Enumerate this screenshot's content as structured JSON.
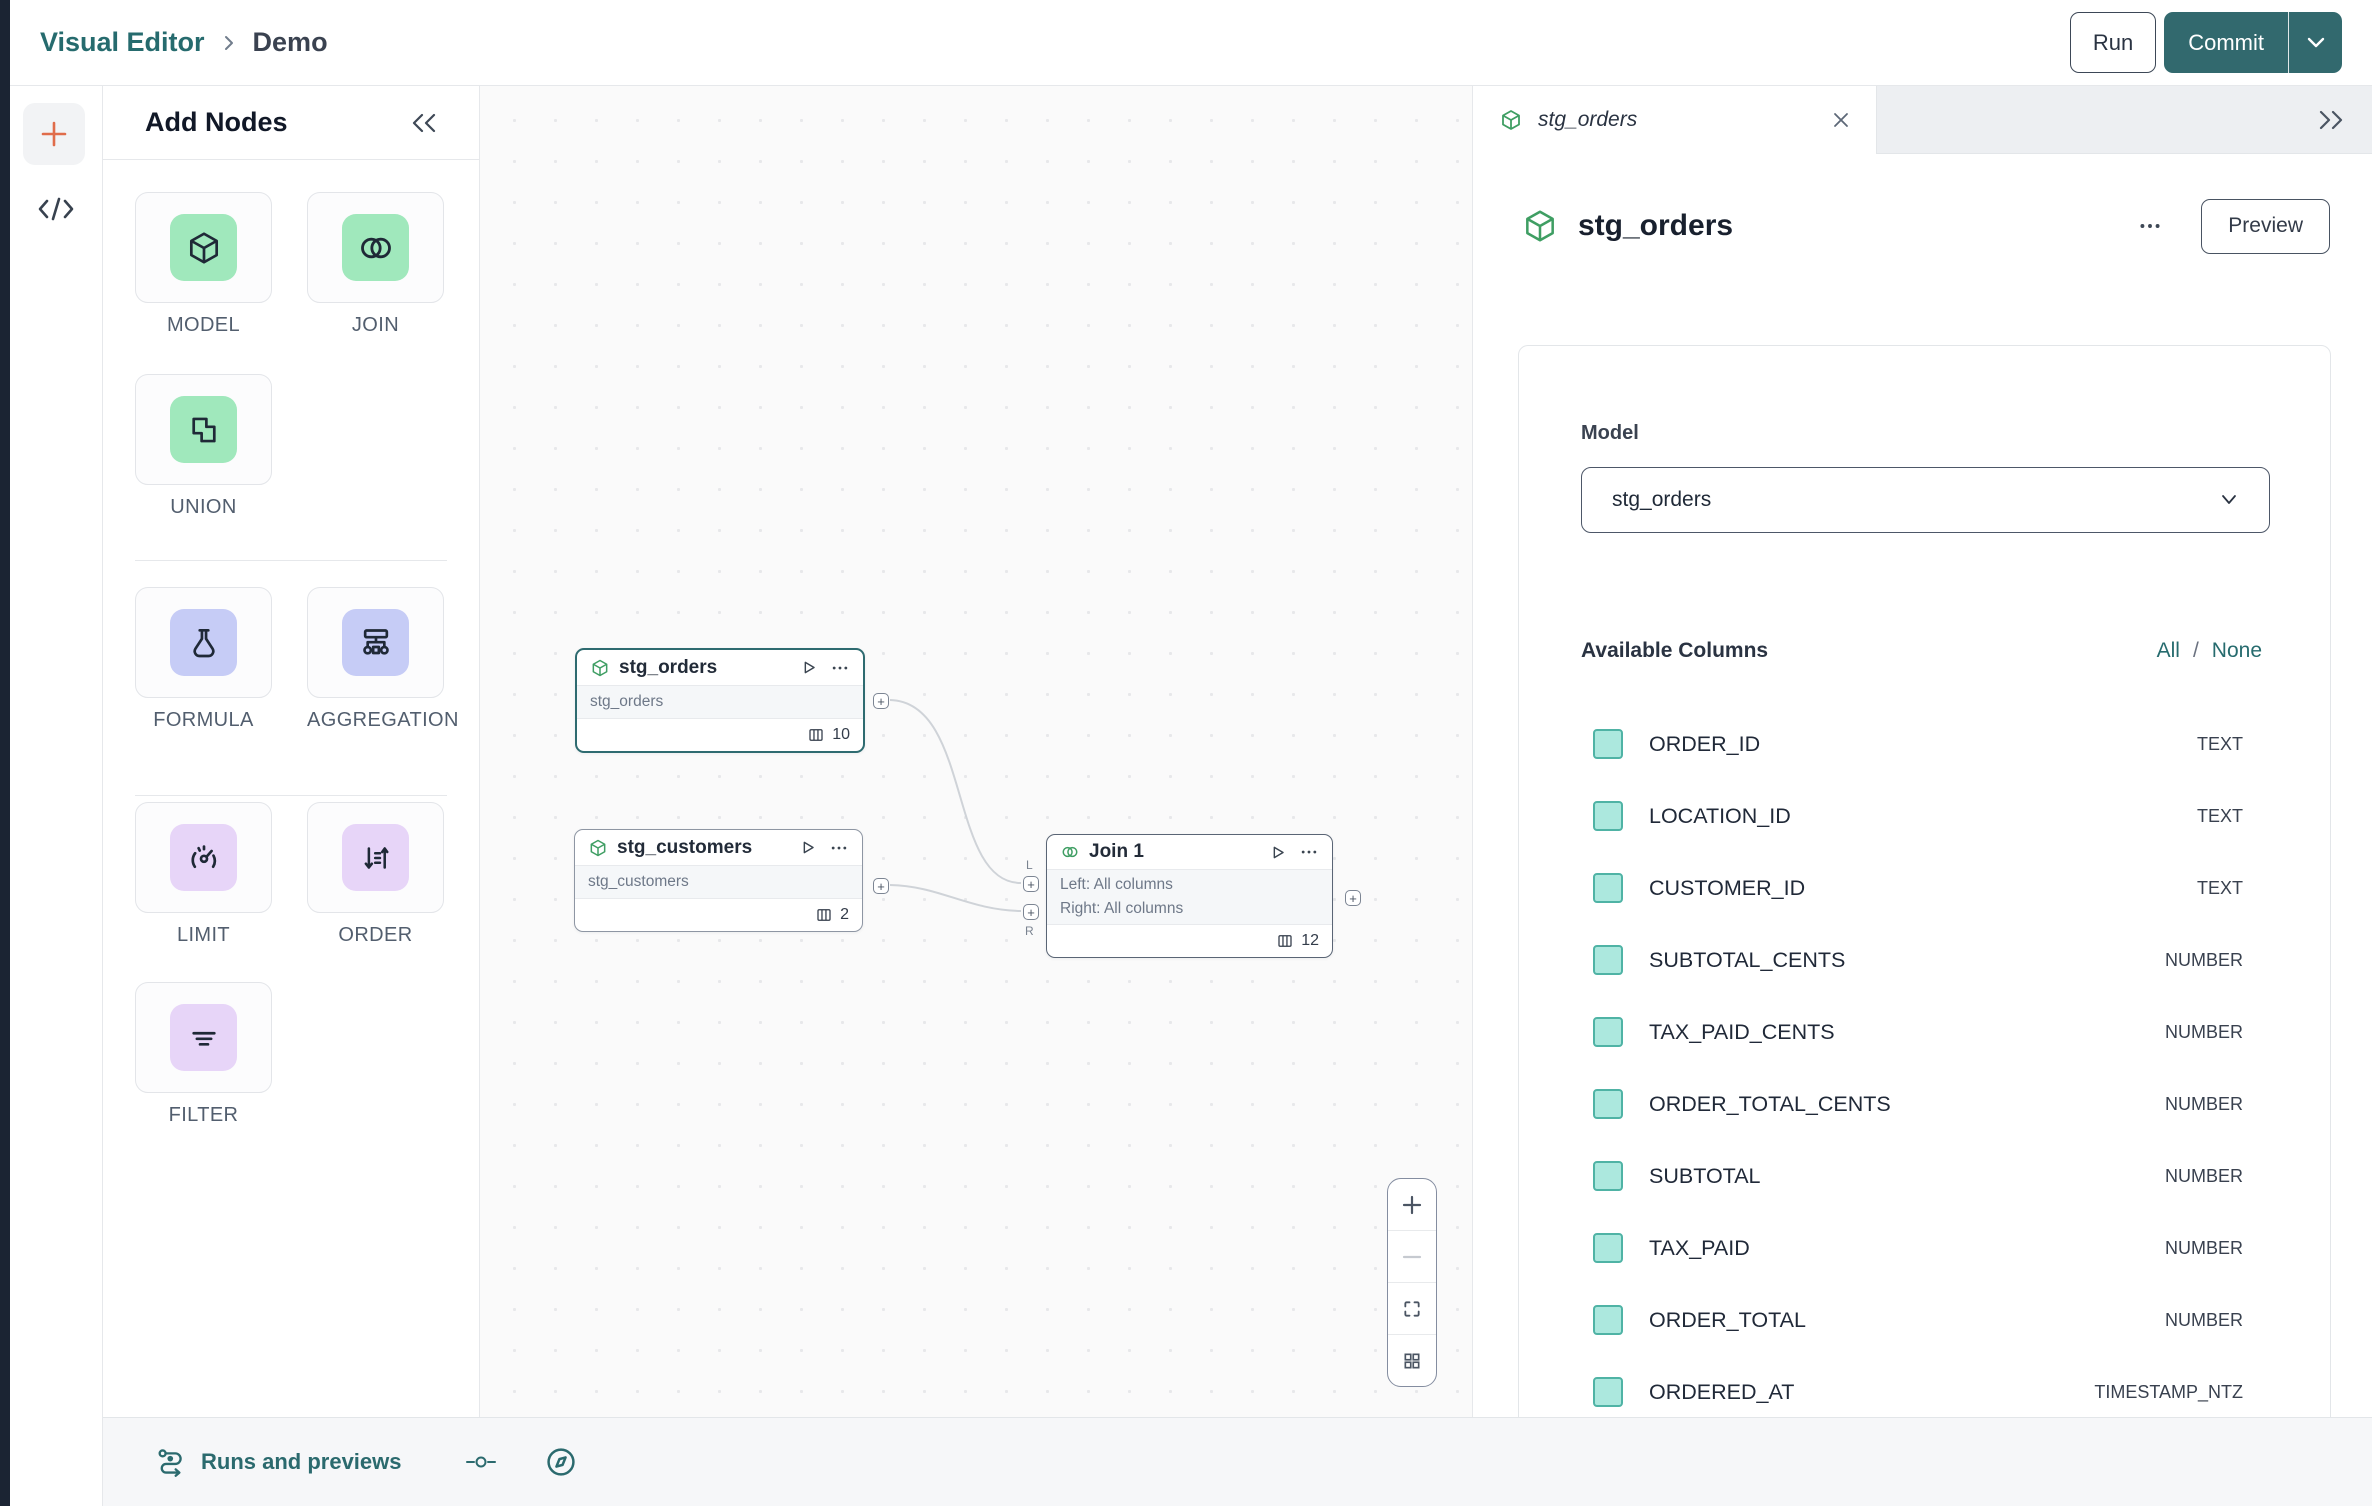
{
  "colors": {
    "accent_teal": "#32696e",
    "brand_text_teal": "#266b6e",
    "mint": "#a0e8bc",
    "lavender": "#c6ccf6",
    "purple": "#e7d5f8",
    "checkbox_fill": "#ace8de",
    "checkbox_border": "#4fb3a5",
    "node_icon_green": "#3f9e63",
    "plus_orange": "#e06c4a"
  },
  "topbar": {
    "breadcrumb_root": "Visual Editor",
    "breadcrumb_current": "Demo",
    "run_label": "Run",
    "commit_label": "Commit"
  },
  "palette": {
    "title": "Add Nodes",
    "groups": [
      {
        "items": [
          {
            "label": "MODEL"
          },
          {
            "label": "JOIN"
          },
          {
            "label": "UNION"
          }
        ]
      },
      {
        "items": [
          {
            "label": "FORMULA"
          },
          {
            "label": "AGGREGATION"
          }
        ]
      },
      {
        "items": [
          {
            "label": "LIMIT"
          },
          {
            "label": "ORDER"
          },
          {
            "label": "FILTER"
          }
        ]
      }
    ]
  },
  "canvas": {
    "nodes": [
      {
        "title": "stg_orders",
        "body": "stg_orders",
        "column_count": "10"
      },
      {
        "title": "stg_customers",
        "body": "stg_customers",
        "column_count": "2"
      },
      {
        "title": "Join 1",
        "body_line1": "Left: All columns",
        "body_line2": "Right: All columns",
        "column_count": "12",
        "left_handle_label": "L",
        "right_handle_label": "R"
      }
    ]
  },
  "inspector": {
    "tab_label": "stg_orders",
    "title": "stg_orders",
    "preview_label": "Preview",
    "model_label": "Model",
    "model_value": "stg_orders",
    "available_columns_label": "Available Columns",
    "select_all_label": "All",
    "separator": "/",
    "select_none_label": "None",
    "columns": [
      {
        "name": "ORDER_ID",
        "type": "TEXT"
      },
      {
        "name": "LOCATION_ID",
        "type": "TEXT"
      },
      {
        "name": "CUSTOMER_ID",
        "type": "TEXT"
      },
      {
        "name": "SUBTOTAL_CENTS",
        "type": "NUMBER"
      },
      {
        "name": "TAX_PAID_CENTS",
        "type": "NUMBER"
      },
      {
        "name": "ORDER_TOTAL_CENTS",
        "type": "NUMBER"
      },
      {
        "name": "SUBTOTAL",
        "type": "NUMBER"
      },
      {
        "name": "TAX_PAID",
        "type": "NUMBER"
      },
      {
        "name": "ORDER_TOTAL",
        "type": "NUMBER"
      },
      {
        "name": "ORDERED_AT",
        "type": "TIMESTAMP_NTZ"
      }
    ]
  },
  "statusbar": {
    "runs_label": "Runs and previews"
  }
}
